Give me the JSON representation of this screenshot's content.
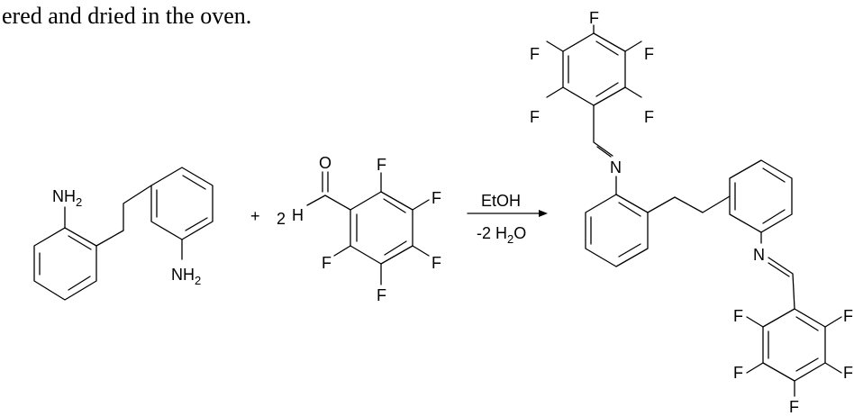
{
  "text_fragment": "ered and dried in the oven.",
  "reaction": {
    "plus_sign": "+",
    "coefficient": "2",
    "conditions_above": "EtOH",
    "conditions_below": "-2 H",
    "conditions_below_sub": "2",
    "conditions_below_tail": "O"
  },
  "atoms": {
    "amine": "NH",
    "amine_sub": "2",
    "oxygen": "O",
    "hydrogen": "H",
    "fluorine": "F",
    "nitrogen": "N"
  }
}
